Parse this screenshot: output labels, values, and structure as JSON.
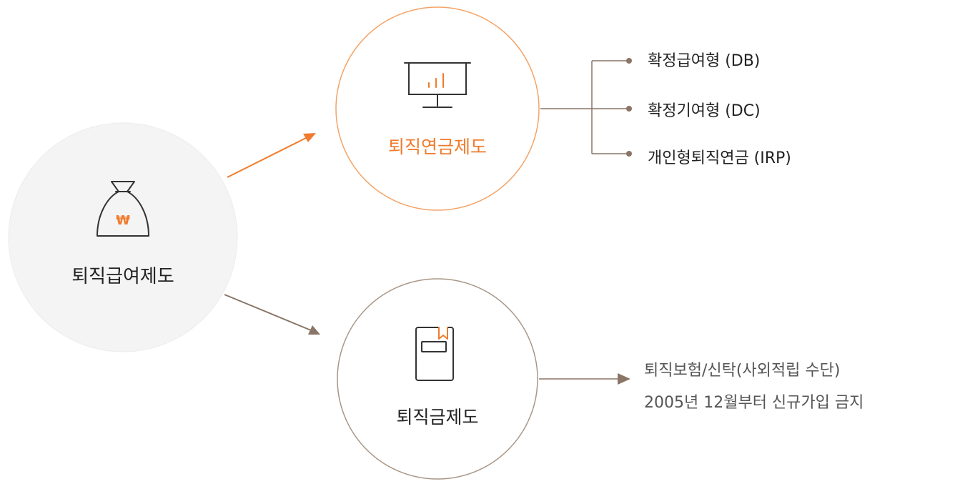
{
  "root": {
    "label": "퇴직급여제도",
    "icon": "money-bag-icon",
    "icon_symbol": "₩"
  },
  "pension": {
    "label": "퇴직연금제도",
    "icon": "presentation-chart-icon",
    "types": [
      "확정급여형 (DB)",
      "확정기여형 (DC)",
      "개인형퇴직연금 (IRP)"
    ]
  },
  "severance": {
    "label": "퇴직금제도",
    "icon": "bookmarked-book-icon",
    "note": [
      "퇴직보험/신탁(사외적립 수단)",
      "2005년 12월부터 신규가입 금지"
    ]
  },
  "colors": {
    "accent": "#f07b2c",
    "brown": "#8a7566",
    "root_fill": "#f4f4f4",
    "text": "#222222",
    "note_text": "#555555"
  }
}
